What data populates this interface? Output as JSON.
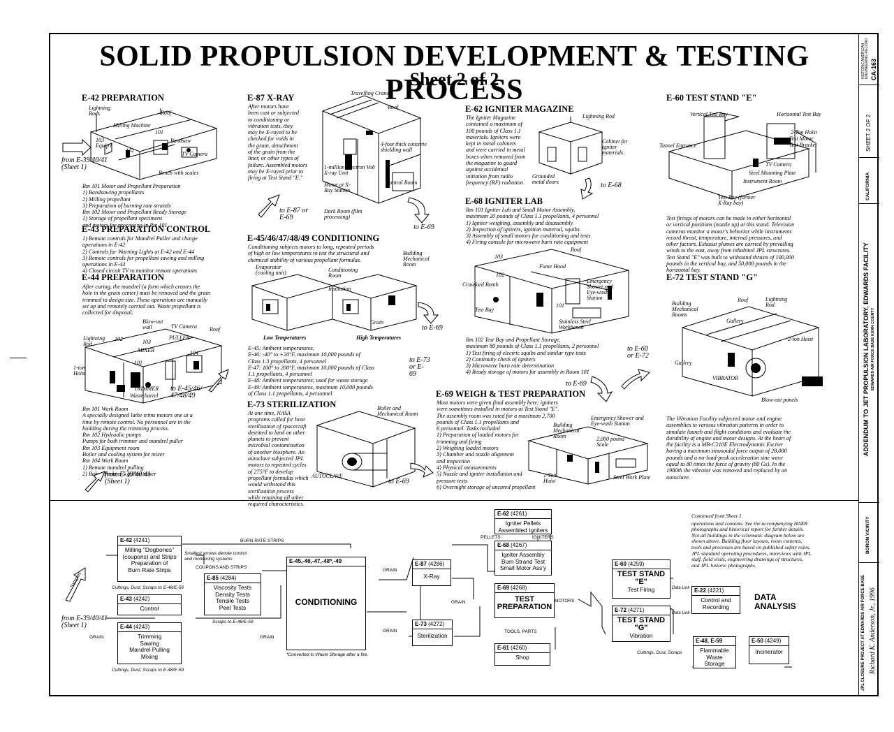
{
  "title": "SOLID PROPULSION DEVELOPMENT & TESTING PROCESS",
  "subtitle": "Sheet 2 of 2",
  "sections": {
    "e42": {
      "heading": "E-42 PREPARATION",
      "labels": {
        "rods": "Lightning Rods",
        "roof": "Roof",
        "milling": "Milling Machine",
        "r101": "101",
        "r103": "103 Equip't",
        "r102": "102",
        "bandsaw": "Bandsaw",
        "camera": "TV Camera",
        "bench": "Bench with scales"
      },
      "from": "from E-39/40/41 (Sheet 1)",
      "lines": [
        "Rm 101 Motor and Propellant Preparation",
        "1) Bandsawing propellants",
        "2) Milling propellant",
        "3) Preparation of burning rate strands",
        "Rm 102 Motor and Propellant Ready Storage",
        "1) Storage of propellant specimens",
        "and motors for processing in Rm 101"
      ]
    },
    "e43": {
      "heading": "E-43 PREPARATION CONTROL",
      "lines": [
        "1) Remote controls for Mandrel Puller and charge",
        "operations in E-42",
        "2) Controls for Warning Lights at E-42 and E-44",
        "3) Remote controls for propellant sawing and milling",
        "operations in E-44",
        "4) Closed circuit TV to monitor remote operations"
      ]
    },
    "e44": {
      "heading": "E-44 PREPARATION",
      "lines": [
        "After curing, the mandrel (a form which creates the",
        "hole in the grain center) must be removed and the grain",
        "trimmed to design size. These operations are manually",
        "set up and remotely carried out. Waste propellant is",
        "collected for disposal."
      ],
      "labels": {
        "blowout": "Blow-out wall",
        "camera": "TV Camera",
        "roof": "Roof",
        "rod": "Lightning Rod",
        "r102": "102",
        "r103": "103",
        "puller": "PULLER",
        "mixer": "MIXER",
        "r104": "104",
        "r101": "101",
        "hoist": "1-ton Hoist",
        "trimmer": "TRIMMER",
        "waste": "Waste barrel"
      },
      "to": "to E-45/46/ 47/48/49",
      "lines2": [
        "Rm 101 Work Room",
        "A specially designed lathe trims motors one at a",
        "time by remote control. No personnel are in the",
        "building during the trimming process.",
        "Rm 102 Hydraulic pumps",
        "Pumps for both trimmer and mandrel puller",
        "Rm 103 Equipment room",
        "Boiler and cooling system for mixer",
        "Rm 104 Work Room",
        "1) Remote mandrel pulling",
        "2) Baker-Perkins 5 gallon mixer"
      ],
      "from": "from E-39/40/41 (Sheet 1)"
    },
    "e87": {
      "heading": "E-87 X-RAY",
      "lines": [
        "After motors have",
        "been cast or subjected",
        "to conditioning or",
        "vibration tests, they",
        "may be X-rayed to be",
        "checked for voids in",
        "the grain, detachment",
        "of the grain from the",
        "liner, or other types of",
        "failure. Assembled motors",
        "may be X-rayed prior to",
        "firing at Test Stand \"E.\""
      ],
      "labels": {
        "crane": "Travelling Crane",
        "roof": "Roof",
        "concrete": "4-foot thick concrete shielding wall",
        "electron": "1-million Electron Volt X-ray Unit",
        "motor": "Motor at X-Ray Station",
        "control": "Control Room",
        "dark": "Dark Room (film processing)"
      },
      "to1": "to E-87 or E-69",
      "to2": "to E-69"
    },
    "e45": {
      "heading": "E-45/46/47/48/49 CONDITIONING",
      "lines": [
        "Conditioning subjects motors to long, repeated periods",
        "of high or low temperatures to test the structural and",
        "chemical stability of various propellant formulas."
      ],
      "labels": {
        "evap": "Evaporator (cooling unit)",
        "cond": "Conditioning Room",
        "insul": "Insulation",
        "grain": "Grain",
        "mech": "Building Mechanical Room",
        "low": "Low Temperatures",
        "high": "High Temperatures"
      },
      "to": "to E-69",
      "lines2": [
        "E-45: Ambient temperatures,",
        "E-46: -40° to +20°F, maximum 10,000 pounds of",
        "Class 1.3 propellants, 4 personnel",
        "E-47: 100° to 200°F, maximum 10,000 pounds of Class",
        "1.1 propellants, 4 personnel",
        "E-48: Ambient temperatures; used for waste storage",
        "E-49: Ambient temperatures, maximum 10,000 pounds",
        "of Class 1.1 propellants, 4 personnel"
      ],
      "to2": "to E-73 or E-69"
    },
    "e73": {
      "heading": "E-73 STERILIZATION",
      "lines": [
        "At one time, NASA",
        "programs called for heat",
        "sterilization of spacecraft",
        "destined to land on other",
        "planets to prevent",
        "microbial contamination",
        "of another biosphere. An",
        "autoclave subjected JPL",
        "motors to repeated cycles",
        "of 275°F to develop",
        "propellant formulas which",
        "would withstand this",
        "sterilization process",
        "while retaining all other",
        "required characteristics."
      ],
      "labels": {
        "boiler": "Boiler and Mechanical Room",
        "autoclave": "AUTOCLAVE"
      },
      "to": "to E-69"
    },
    "e62": {
      "heading": "E-62 IGNITER MAGAZINE",
      "lines": [
        "The Igniter Magazine",
        "contained a maximum of",
        "100 pounds of Class 1.1",
        "materials. Igniters were",
        "kept in metal cabinets",
        "and were carried in metal",
        "boxes when removed from",
        "the magazine to guard",
        "against accidental",
        "initiation from radio",
        "frequency (RF) radiation."
      ],
      "labels": {
        "rod": "Lightning Rod",
        "cabinet": "Cabinet for igniter materials",
        "doors": "Grounded metal doors"
      },
      "to": "to E-68"
    },
    "e68": {
      "heading": "E-68 IGNITER LAB",
      "lines": [
        "Rm 101 Igniter Lab and Small Motor Assembly,",
        "maximum 20 pounds of Class 1.1 propellants, 4 personnel",
        "1) Igniter weighing, assembly and disassembly",
        "2) Inspection of igniters, ignition material, squibs",
        "3) Assembly of small motors for conditioning and tests",
        "4) Firing console for microwave burn rate equipment"
      ],
      "labels": {
        "roof": "Roof",
        "r103": "103",
        "fume": "Fume Hood",
        "r102": "102",
        "crawford": "Crawford Bomb",
        "shower": "Emergency Shower and Eye-wash Station",
        "testbay": "Test Bay",
        "r101": "101",
        "steel": "Stainless Steel Workbench"
      },
      "lines2": [
        "Rm 102 Test Bay and Propellant Storage,",
        "maximum 80 pounds of Class 1.1 propellants, 2 personnel",
        "1) Test firing of electric squibs and similar type tests",
        "2) Continuity check of igniters",
        "3) Microwave burn rate determination",
        "4) Ready storage of motors for assembly in Room 101"
      ],
      "to": "to E-69"
    },
    "e69": {
      "heading": "E-69 WEIGH & TEST PREPARATION",
      "lines": [
        "Most motors were given final assembly here; igniters",
        "were sometimes installed in motors at Test Stand \"E\".",
        "The assembly room was rated for a maximum 2,700",
        "pounds of Class 1.1 propellants and",
        "6 personnel. Tasks included",
        "1) Preparation of loaded motors for",
        "trimming and firing",
        "2) Weighing loaded motors",
        "3) Chamber and nozzle alignment",
        "and inspection",
        "4) Physical measurements",
        "5) Nozzle and igniter installation and",
        "pressure tests",
        "6) Overnight storage of uncured propellant"
      ],
      "labels": {
        "mech": "Building Mechanical Room",
        "shower": "Emergency Shower and Eye-wash Station",
        "scale": "2,000 pound Scale",
        "hoist": "1-Ton Hoist",
        "steel": "Steel Work Plate"
      },
      "to": "to E-60 or E-72"
    },
    "e60": {
      "heading": "E-60 TEST STAND \"E\"",
      "labels": {
        "vbay": "Vertical Test Bay",
        "hbay": "Horizontal Test Bay",
        "tunnel": "Tunnel Entrance",
        "hoist": "2-Ton Hoist",
        "motor": "Test Motor",
        "bracket": "Test Bracket",
        "camera": "TV Camera",
        "steel": "Steel Mounting Plate",
        "instr": "Instrument Room",
        "former": "Test Bay (former X-Ray bay)"
      },
      "lines": [
        "Test firings of motors can be made in either horizontal",
        "or vertical positions (nozzle up) at this stand. Television",
        "cameras monitor a motor's behavior while instruments",
        "record thrust, temperature, internal pressures, and",
        "other factors. Exhaust plumes are carried by prevailing",
        "winds to the east, away from inhabited JPL structures.",
        "Test Stand \"E\" was built to withstand thrusts of 100,000",
        "pounds in the vertical bay, and 50,000 pounds in the",
        "horizontal bay."
      ]
    },
    "e72": {
      "heading": "E-72 TEST STAND \"G\"",
      "labels": {
        "mech": "Building Mechanical Rooms",
        "roof": "Roof",
        "rod": "Lightning Rod",
        "gallery": "Gallery",
        "hoist": "2-ton Hoist",
        "gallery2": "Gallery",
        "vibrator": "VIBRATOR",
        "panels": "Blow-out panels"
      },
      "lines": [
        "The Vibration Facility subjected motor and engine",
        "assemblies to various vibration patterns in order to",
        "simulate launch and flight conditions and evaluate the",
        "durability of engine and motor designs. At the heart of",
        "the facility is a MB-C210E Electrodynamic Exciter",
        "having a maximum sinusoidal force output of 28,000",
        "pounds and a no-load-peak acceleration sine wave",
        "equal to 80 times the force of gravity (80 Gs). In the",
        "1980th the vibrator was removed and replaced by an",
        "autoclave."
      ]
    }
  },
  "flow": {
    "samples": "Samples",
    "from": "from E-39/40/41 (Sheet 1)",
    "grain": "GRAIN",
    "burn_strips": "BURN RATE STRIPS",
    "coupons": "COUPONS AND STRIPS",
    "smallest": "Smallest arrows denote control and monitoring systems",
    "cuttings1": "Cuttings, Dust, Scraps to E-48/E-59",
    "cuttings2": "Cuttings, Dust, Scraps to E-48/E-59",
    "scraps": "Scraps to E-48/E-59",
    "pellets": "PELLETS",
    "igniters": "IGNITERS",
    "motors": "MOTORS",
    "tools": "TOOLS, PARTS",
    "cuttings3": "Cuttings, Dust, Scraps",
    "data_link": "Data Link",
    "converted": "*Converted to Waste Storage after a fire.",
    "e42": {
      "id": "E-42",
      "num": "(4241)",
      "lines": [
        "Milling \"Dogbones\"",
        "(coupons) and Strips",
        "Preparation of",
        "Burn Rate Strips"
      ]
    },
    "e43": {
      "id": "E-43",
      "num": "(4242)",
      "lines": [
        "Control"
      ]
    },
    "e44": {
      "id": "E-44",
      "num": "(4243)",
      "lines": [
        "Trimming",
        "Sawing",
        "Mandrel Pulling",
        "Mixing"
      ]
    },
    "e85": {
      "id": "E-85",
      "num": "(4284)",
      "lines": [
        "Viscosity Tests",
        "Density Tests",
        "Tensile Tests",
        "Peel Tests"
      ]
    },
    "cond": {
      "id": "E-45,-46,-47,-48*,-49",
      "label": "CONDITIONING"
    },
    "e87": {
      "id": "E-87",
      "num": "(4286)",
      "lines": [
        "X-Ray"
      ]
    },
    "e73": {
      "id": "E-73",
      "num": "(4272)",
      "lines": [
        "Sterilization"
      ]
    },
    "e62": {
      "id": "E-62",
      "num": "(4261)",
      "lines": [
        "Igniter Pellets",
        "Assembled Igniters"
      ]
    },
    "e68": {
      "id": "E-68",
      "num": "(4267)",
      "lines": [
        "Igniter Assembly",
        "Burn Strand Test",
        "Small Motor Ass'y"
      ]
    },
    "e69": {
      "id": "E-69",
      "num": "(4268)",
      "label": "TEST PREPARATION"
    },
    "e61": {
      "id": "E-61",
      "num": "(4260)",
      "lines": [
        "Shop"
      ]
    },
    "e60": {
      "id": "E-60",
      "num": "(4259)",
      "label": "TEST STAND \"E\"",
      "sub": "Test Firing"
    },
    "e72": {
      "id": "E-72",
      "num": "(4271)",
      "label": "TEST STAND \"G\"",
      "sub": "Vibration"
    },
    "e22": {
      "id": "E-22",
      "num": "(4221)",
      "lines": [
        "Control and",
        "Recording"
      ]
    },
    "data": "DATA ANALYSIS",
    "e48": {
      "id": "E-48, E-59",
      "lines": [
        "Flammable",
        "Waste",
        "Storage"
      ]
    },
    "e50": {
      "id": "E-50",
      "num": "(4249)",
      "lines": [
        "Incinerator"
      ]
    },
    "notes": [
      "Continued from Sheet 1",
      "operations and contents. See the accompanying HAER",
      "photographs and historical report for further details.",
      "Not all buildings in the schematic diagram below are",
      "shown above. Building floor layouts, room contents,",
      "tools and processes are based on published safety rules,",
      "JPL standard operating procedures, interviews with JPL",
      "staff, field visits, engineering drawings of structures,",
      "and JPL historic photographs."
    ]
  },
  "titleblock": {
    "haer": "HISTORIC AMERICAN ENGINEERING RECORD",
    "ca": "CA-163",
    "sheet": "SHEET 2 OF 2",
    "state": "CALIFORNIA",
    "facility": "ADDENDUM TO JET PROPULSION LABORATORY, EDWARDS FACILITY",
    "location": "EDWARDS AIR FORCE BASE  KERN COUNTY",
    "vicinity": "BORON VICINITY",
    "project": "JPL CLOSURE PROJECT AT EDWARDS AIR FORCE BASE",
    "signature": "Richard K. Anderson, Jr., 1996"
  }
}
